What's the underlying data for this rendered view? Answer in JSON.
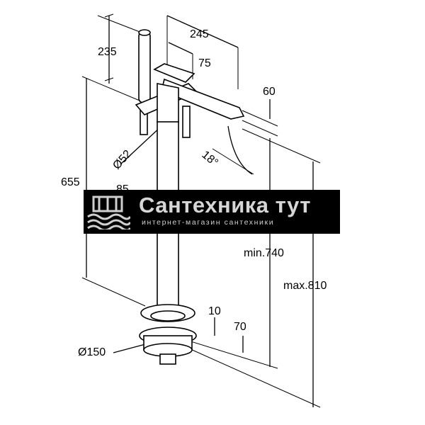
{
  "dimensions": {
    "d235": "235",
    "d245": "245",
    "d75": "75",
    "d60": "60",
    "d52": "Ø52",
    "d18": "18°",
    "d655": "655",
    "d85": "85",
    "dmin": "min.740",
    "dmax": "max.810",
    "d10": "10",
    "d70": "70",
    "d150": "Ø150"
  },
  "watermark": {
    "title": "Сантехника тут",
    "subtitle": "интернет-магазин сантехники"
  }
}
